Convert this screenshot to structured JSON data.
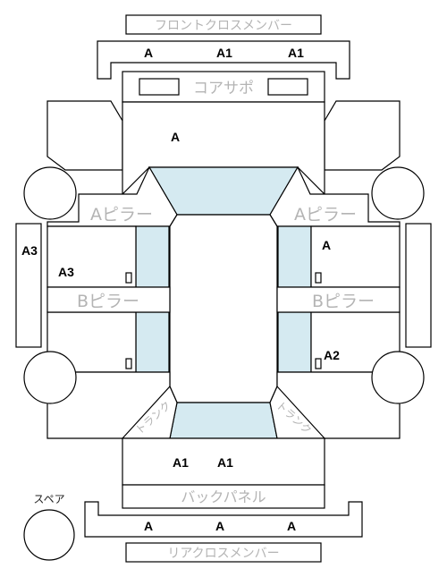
{
  "labels": {
    "front_cross_member": "フロントクロスメンバー",
    "core_support": "コアサポ",
    "a_pillar_left": "Aピラー",
    "a_pillar_right": "Aピラー",
    "b_pillar_left": "Bピラー",
    "b_pillar_right": "Bピラー",
    "trunk_left": "トランク",
    "trunk_right": "トランク",
    "back_panel": "バックパネル",
    "spare": "スペア",
    "rear_cross_member": "リアクロスメンバー"
  },
  "grades": {
    "front_cross_1": "A",
    "front_cross_2": "A1",
    "front_cross_3": "A1",
    "hood": "A",
    "left_rocker": "A3",
    "left_front_door": "A3",
    "right_front_door": "A",
    "right_rear_door": "A2",
    "trunk_1": "A1",
    "trunk_2": "A1",
    "rear_cross_1": "A",
    "rear_cross_2": "A",
    "rear_cross_3": "A"
  },
  "colors": {
    "glass": "#d5eaf1",
    "stroke": "#000000",
    "label_text": "#b4b4b4",
    "grade_text": "#000000"
  }
}
